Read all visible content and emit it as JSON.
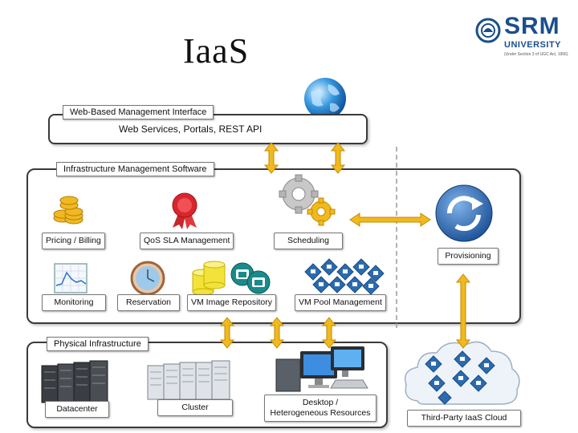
{
  "slide": {
    "title": "IaaS"
  },
  "logo": {
    "name": "SRM",
    "sub": "UNIVERSITY",
    "tagline": "(Under Section 3 of UGC Act, 1956)"
  },
  "web_layer": {
    "title": "Web-Based Management Interface",
    "subtitle": "Web Services, Portals, REST API"
  },
  "infra_software": {
    "title": "Infrastructure Management Software",
    "components": [
      {
        "name": "Pricing / Billing",
        "icon": "coins-icon"
      },
      {
        "name": "QoS SLA Management",
        "icon": "award-ribbon-icon"
      },
      {
        "name": "Scheduling",
        "icon": "gears-icon"
      },
      {
        "name": "Monitoring",
        "icon": "monitoring-chart-icon"
      },
      {
        "name": "Reservation",
        "icon": "clock-icon"
      },
      {
        "name": "VM Image Repository",
        "icon": "database-disks-icon"
      },
      {
        "name": "VM Pool Management",
        "icon": "vm-pool-icon"
      }
    ],
    "provisioning": {
      "name": "Provisioning",
      "icon": "provisioning-icon"
    }
  },
  "physical": {
    "title": "Physical Infrastructure",
    "components": [
      {
        "name": "Datacenter",
        "icon": "server-racks-icon"
      },
      {
        "name": "Cluster",
        "icon": "cluster-icon"
      },
      {
        "name": "Desktop / Heterogeneous Resources",
        "line1": "Desktop /",
        "line2": "Heterogeneous Resources",
        "icon": "desktops-icon"
      }
    ]
  },
  "third_party": {
    "name": "Third-Party IaaS Cloud",
    "icon": "cloud-icon"
  },
  "colors": {
    "arrow": "#f2b91d",
    "panel_border": "#3a3a3a",
    "brand": "#1b4f8a"
  }
}
